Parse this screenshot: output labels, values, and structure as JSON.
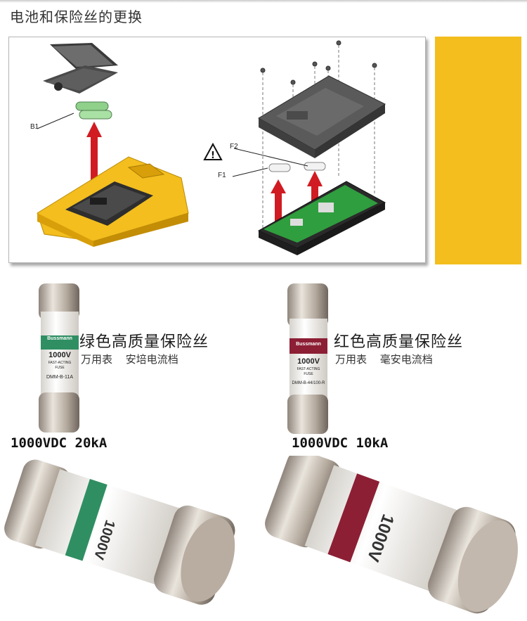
{
  "page": {
    "title": "电池和保险丝的更换"
  },
  "diagram": {
    "callouts": {
      "battery": "B1",
      "fuse_one": "F1",
      "fuse_two": "F2"
    },
    "colors": {
      "meter_case": "#f3be1e",
      "arrow": "#d11b22",
      "battery": "#8fd08a",
      "pcb": "#2f9e3e"
    }
  },
  "products": [
    {
      "name": "绿色高质量保险丝",
      "usage": "万用表",
      "current_type": "安培电流档",
      "rating": "1000VDC 20kA",
      "label_color": "#2f8f62",
      "fuse_print": {
        "brand": "Bussmann",
        "voltage": "1000V",
        "type_line1": "FAST-ACTING",
        "type_line2": "FUSE",
        "model": "DMM-B-11A"
      }
    },
    {
      "name": "红色高质量保险丝",
      "usage": "万用表",
      "current_type": "毫安电流档",
      "rating": "1000VDC 10kA",
      "label_color": "#8c1f34",
      "fuse_print": {
        "brand": "Bussmann",
        "voltage": "1000V",
        "type_line1": "FAST-ACTING",
        "type_line2": "FUSE",
        "model": "DMM-B-44/100-R"
      }
    }
  ]
}
